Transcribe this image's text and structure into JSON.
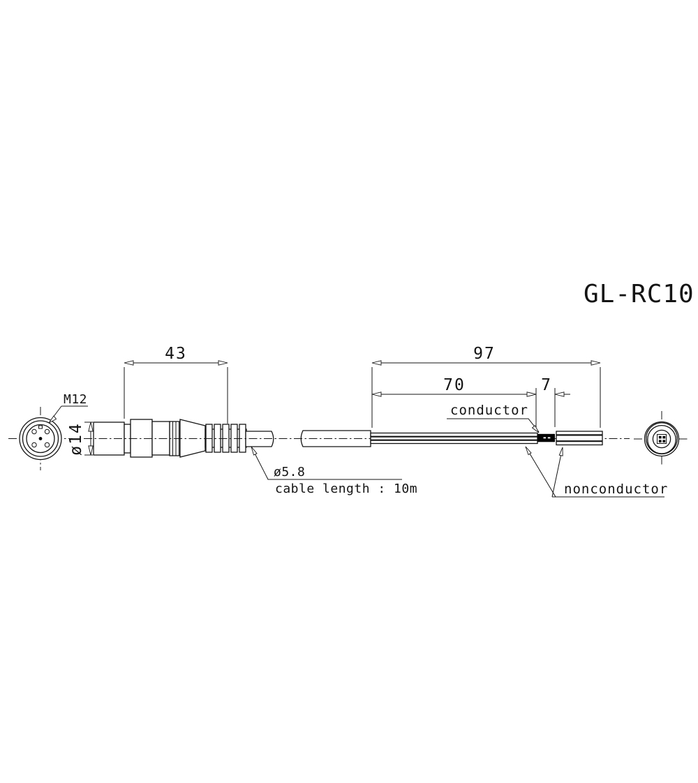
{
  "title": "GL-RC10",
  "dimensions": {
    "connector_length_mm": "43",
    "strip_total_mm": "97",
    "nonconductor_length_mm": "70",
    "conductor_length_mm": "7",
    "connector_diameter": "ø14",
    "cable_diameter": "ø5.8",
    "thread_size": "M12"
  },
  "labels": {
    "cable_length": "cable length : 10m",
    "conductor": "conductor",
    "nonconductor": "nonconductor"
  },
  "colors": {
    "line": "#141414",
    "background": "#ffffff",
    "conductor_fill": "#000000"
  }
}
